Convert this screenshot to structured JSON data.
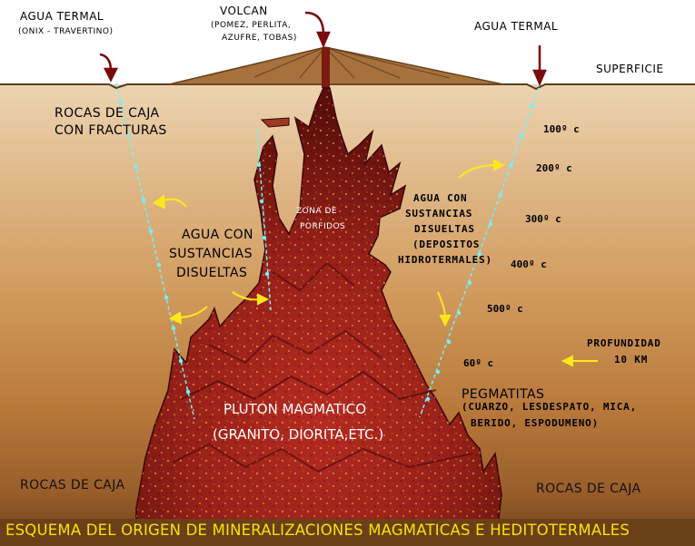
{
  "labels": {
    "agua_termal_left": "AGUA TERMAL",
    "agua_termal_left_sub": "(ONIX - TRAVERTINO)",
    "volcan": "VOLCAN",
    "volcan_sub_1": "(POMEZ, PERLITA,",
    "volcan_sub_2": "AZUFRE, TOBAS)",
    "agua_termal_right": "AGUA TERMAL",
    "superficie": "SUPERFICIE",
    "rocas_fracturas_1": "ROCAS DE CAJA",
    "rocas_fracturas_2": "CON FRACTURAS",
    "zona_porfidos_1": "ZONA DE",
    "zona_porfidos_2": "PORFIDOS",
    "agua_con_left_1": "AGUA CON",
    "agua_con_left_2": "SUSTANCIAS",
    "agua_con_left_3": "DISUELTAS",
    "agua_con_right_1": "AGUA CON",
    "agua_con_right_2": "SUSTANCIAS",
    "agua_con_right_3": "DISUELTAS",
    "agua_con_right_4": "(DEPOSITOS",
    "agua_con_right_5": "HIDROTERMALES)",
    "profundidad_1": "PROFUNDIDAD",
    "profundidad_2": "10 KM",
    "pegmatitas": "PEGMATITAS",
    "pegmatitas_sub_1": "(CUARZO, LESDESPATO, MICA,",
    "pegmatitas_sub_2": "BERIDO, ESPODUMENO)",
    "pluton_1": "PLUTON MAGMATICO",
    "pluton_2": "(GRANITO, DIORITA,ETC.)",
    "rocas_left": "ROCAS DE CAJA",
    "rocas_right": "ROCAS DE CAJA",
    "caption": "ESQUEMA DEL ORIGEN DE MINERALIZACIONES MAGMATICAS E HEDITOTERMALES"
  },
  "temperatures": [
    "100º c",
    "200º c",
    "300º c",
    "400º c",
    "500º c",
    "60º c"
  ],
  "colors": {
    "ground_top": "#e7cca6",
    "ground_bottom": "#7b4a1f",
    "magma": "#a31d1d",
    "magma_dark": "#5e0c0c",
    "volcano": "#a6713c",
    "water_lines": "#6ff3ff",
    "arrows": "#ffe81a",
    "marker_arrows": "#7a0b0b",
    "caption": "#f5e400"
  }
}
